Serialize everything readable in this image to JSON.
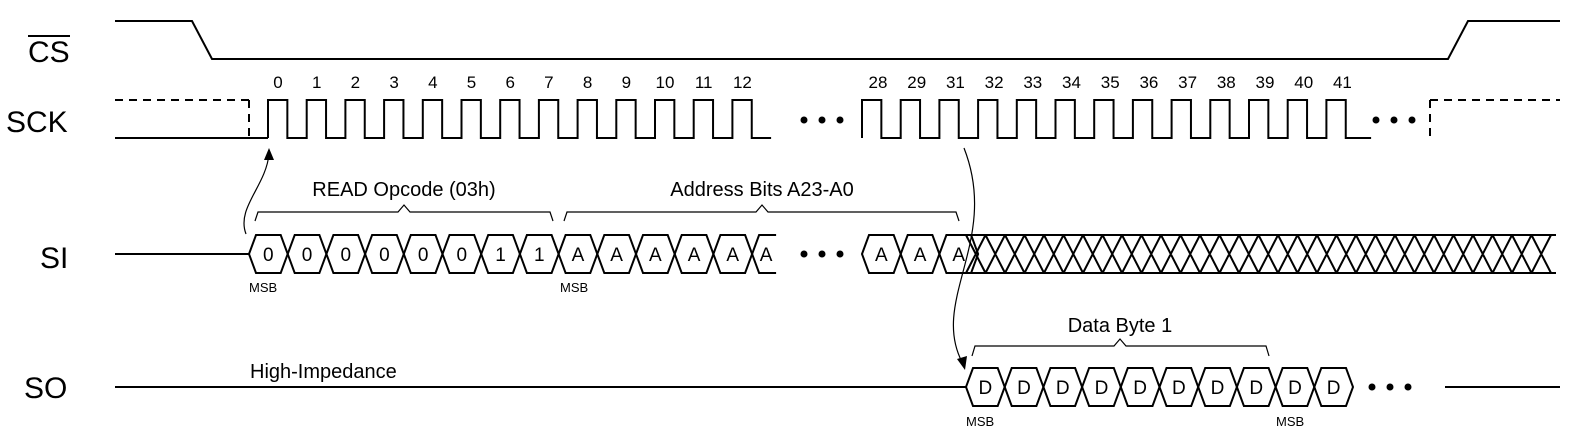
{
  "signals": {
    "cs": "CS",
    "sck": "SCK",
    "si": "SI",
    "so": "SO"
  },
  "clock_numbers_a": [
    "0",
    "1",
    "2",
    "3",
    "4",
    "5",
    "6",
    "7",
    "8",
    "9",
    "10",
    "11",
    "12"
  ],
  "clock_numbers_b": [
    "28",
    "29",
    "31",
    "32",
    "33",
    "34",
    "35",
    "36",
    "37",
    "38",
    "39",
    "40",
    "41"
  ],
  "si_opcode_bits": [
    "0",
    "0",
    "0",
    "0",
    "0",
    "0",
    "1",
    "1"
  ],
  "si_address_bits_a": [
    "A",
    "A",
    "A",
    "A",
    "A",
    "A"
  ],
  "si_address_bits_b": [
    "A",
    "A",
    "A"
  ],
  "so_data_bits": [
    "D",
    "D",
    "D",
    "D",
    "D",
    "D",
    "D",
    "D",
    "D",
    "D"
  ],
  "annotations": {
    "read_opcode": "READ Opcode (03h)",
    "address_bits": "Address Bits A23-A0",
    "data_byte": "Data Byte 1",
    "high_impedance": "High-Impedance",
    "msb": "MSB"
  }
}
